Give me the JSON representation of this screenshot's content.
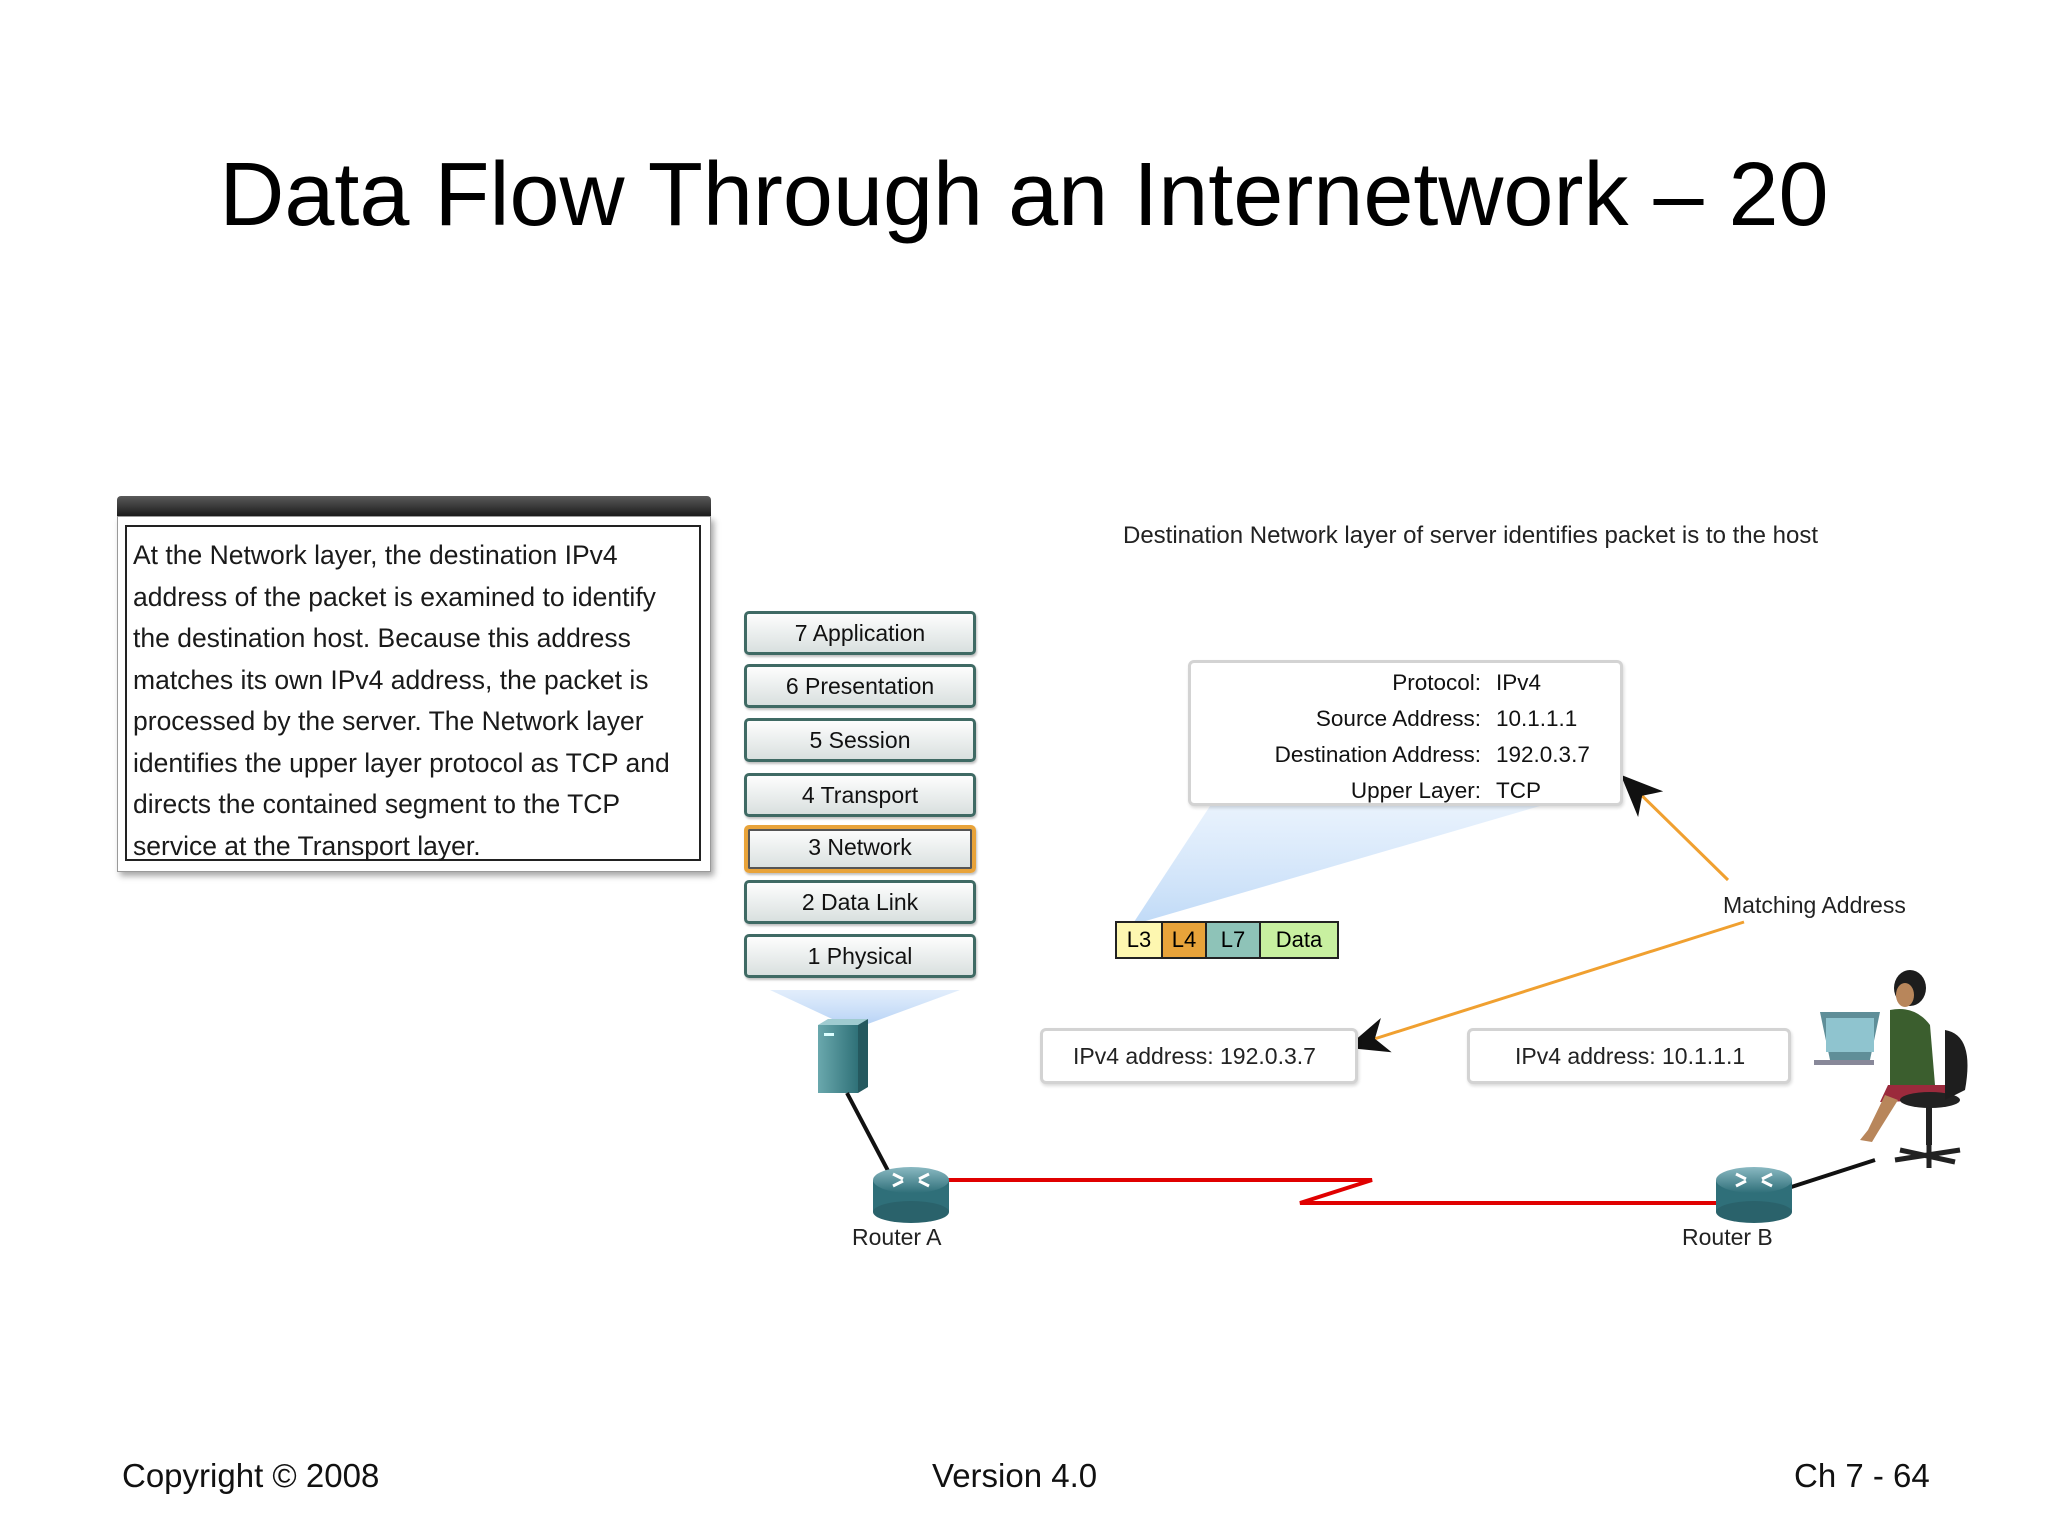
{
  "slide": {
    "title": "Data Flow Through an Internetwork – 20"
  },
  "description": {
    "text": "At the Network layer, the destination IPv4 address of the packet is examined to identify the destination host. Because this address matches its own IPv4 address, the packet is processed by the server. The Network layer identifies the upper layer protocol as TCP and directs the contained segment to the TCP service at the Transport layer."
  },
  "osi_stack": {
    "layers": [
      "7 Application",
      "6 Presentation",
      "5 Session",
      "4 Transport",
      "3 Network",
      "2 Data Link",
      "1 Physical"
    ],
    "active_layer": "3 Network"
  },
  "diagram": {
    "caption": "Destination Network layer of server identifies packet is to the host",
    "header_fields": [
      {
        "label": "Protocol:",
        "value": "IPv4"
      },
      {
        "label": "Source Address:",
        "value": "10.1.1.1"
      },
      {
        "label": "Destination Address:",
        "value": "192.0.3.7"
      },
      {
        "label": "Upper Layer:",
        "value": "TCP"
      }
    ],
    "pdu_segments": [
      {
        "label": "L3",
        "color": "#fdf7b0"
      },
      {
        "label": "L4",
        "color": "#e8a33a"
      },
      {
        "label": "L7",
        "color": "#8ec3b8"
      },
      {
        "label": "Data",
        "color": "#c8f0a0"
      }
    ],
    "matching_label": "Matching Address",
    "server_address": "IPv4 address: 192.0.3.7",
    "host_address": "IPv4 address: 10.1.1.1",
    "router_a": "Router A",
    "router_b": "Router B",
    "colors": {
      "wan_link": "#e00000",
      "arrow": "#f0a030",
      "layer_border": "#3f6a64",
      "active_border": "#e8a33a"
    }
  },
  "footer": {
    "copyright": "Copyright © 2008",
    "version": "Version 4.0",
    "page": "Ch 7 - 64"
  }
}
